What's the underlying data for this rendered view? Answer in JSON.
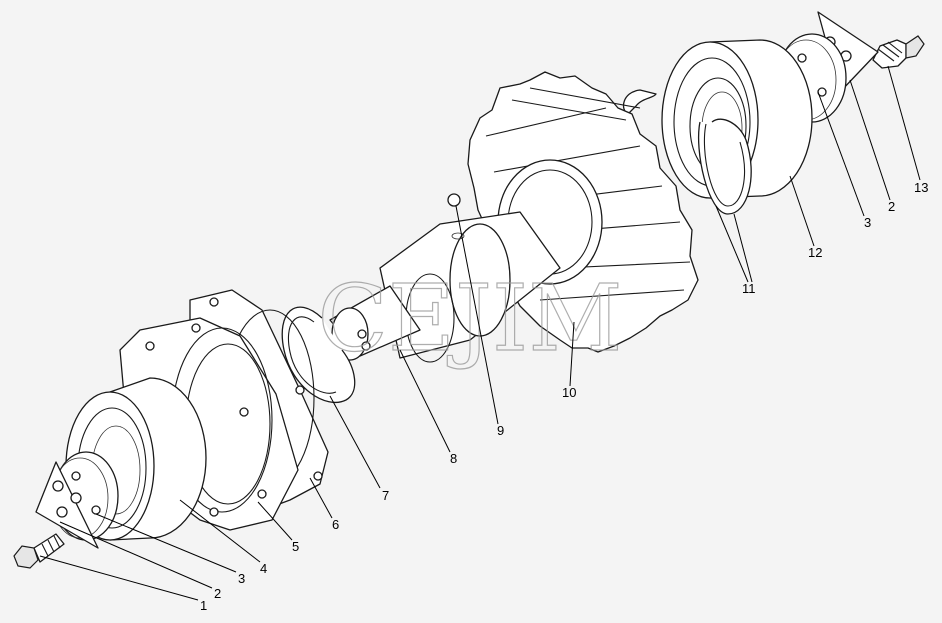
{
  "watermark": "CEJIM",
  "callouts": [
    "1",
    "2",
    "3",
    "4",
    "5",
    "6",
    "7",
    "8",
    "9",
    "10",
    "11",
    "12",
    "3",
    "2",
    "13"
  ]
}
